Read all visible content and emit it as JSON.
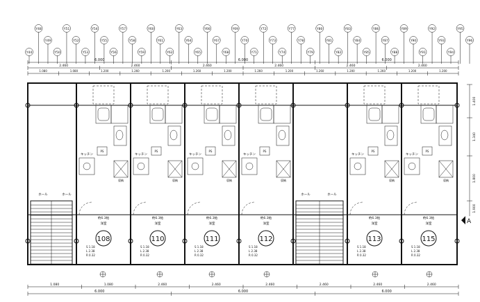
{
  "grid_markers_top": [
    "Y44",
    "Y48",
    "Y49",
    "Y50",
    "Y51",
    "Y52",
    "Y53",
    "Y54",
    "Y55",
    "Y56",
    "Y57",
    "Y58",
    "Y59",
    "Y60",
    "Y61",
    "Y62",
    "Y63",
    "Y64",
    "Y65",
    "Y66",
    "Y67",
    "Y68",
    "Y69",
    "Y70",
    "Y71",
    "Y72",
    "Y73",
    "Y74",
    "Y77",
    "Y78",
    "Y79",
    "Y80",
    "Y81",
    "Y82",
    "Y83",
    "Y84",
    "Y85",
    "Y86",
    "Y87",
    "Y88",
    "Y89",
    "Y90",
    "Y91",
    "Y92",
    "Y93",
    "Y94",
    "Y95",
    "Y96"
  ],
  "dims_top_total": [
    "6.000",
    "6.000",
    "6.000"
  ],
  "dims_top_mid": [
    "2.460",
    "2.460",
    "2.460",
    "2.460",
    "2.460",
    "2.460"
  ],
  "dims_top_fine": [
    "1.080",
    "1.080",
    "1.200",
    "1.260",
    "1.200",
    "1.260",
    "1.200",
    "1.260",
    "1.200",
    "1.260",
    "1.200",
    "1.260",
    "1.200",
    "1.200"
  ],
  "dims_bottom_mid": [
    "2.460",
    "2.460",
    "2.460",
    "2.460",
    "2.460",
    "2.460"
  ],
  "dims_bottom_fine": [
    "1.080",
    "1.080"
  ],
  "dims_bottom_total": [
    "6.000",
    "6.000",
    "6.000"
  ],
  "dims_right": [
    "1.400",
    "1.340",
    "1.800",
    "1.900"
  ],
  "room_labels": {
    "kitchen": "キッチン",
    "hall": "ホール",
    "western": "洋室",
    "pipe_space": "PS",
    "storage": "収納"
  },
  "units": [
    {
      "number": "108",
      "area": "約6.3帖",
      "s1": "1.18",
      "s2": "2.38",
      "s3": "0.32"
    },
    {
      "number": "110",
      "area": "約6.3帖",
      "s1": "1.18",
      "s2": "2.38",
      "s3": "0.32"
    },
    {
      "number": "111",
      "area": "約6.3帖",
      "s1": "1.18",
      "s2": "2.38",
      "s3": "0.32"
    },
    {
      "number": "112",
      "area": "約6.3帖",
      "s1": "1.18",
      "s2": "2.38",
      "s3": "0.32"
    },
    {
      "number": "113",
      "area": "約6.3帖",
      "s1": "1.18",
      "s2": "2.38",
      "s3": "0.32"
    },
    {
      "number": "115",
      "area": "約6.3帖",
      "s1": "1.18",
      "s2": "2.38",
      "s3": "0.32"
    }
  ],
  "hall_count": 4,
  "edge_label": "A"
}
